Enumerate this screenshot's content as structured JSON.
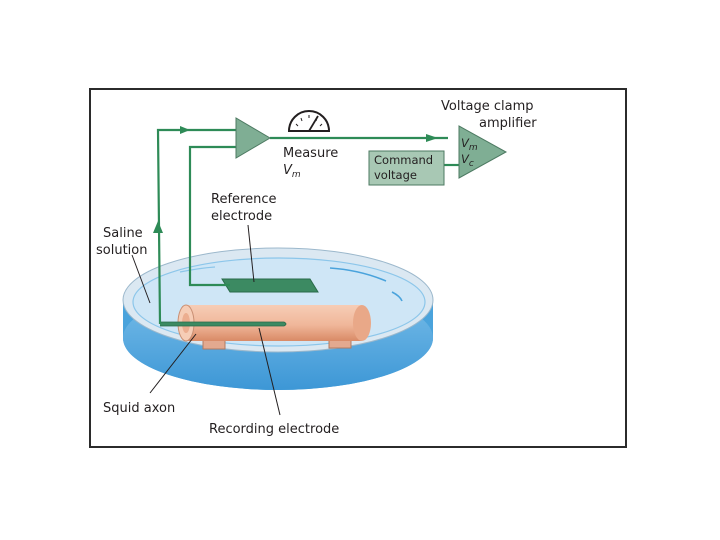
{
  "diagram": {
    "labels": {
      "amplifier_line1": "Voltage clamp",
      "amplifier_line2": "amplifier",
      "amp_input_vm_main": "V",
      "amp_input_vm_sub": "m",
      "amp_input_vc_main": "V",
      "amp_input_vc_sub": "c",
      "command_line1": "Command",
      "command_line2": "voltage",
      "measure": "Measure",
      "measure_vm_main": "V",
      "measure_vm_sub": "m",
      "reference_line1": "Reference",
      "reference_line2": "electrode",
      "saline_line1": "Saline",
      "saline_line2": "solution",
      "squid_axon": "Squid axon",
      "recording_electrode": "Recording electrode"
    },
    "colors": {
      "wire": "#2e8b57",
      "amp_fill": "#7fae94",
      "command_fill": "#a8c8b4",
      "ref_electrode": "#3c8a62",
      "dish_rim": "#dbe8f2",
      "dish_water": "#4aa3dc",
      "dish_water_light": "#8cc6ea",
      "axon": "#f0b79a",
      "axon_shadow": "#d98a66",
      "support": "#e3a98f",
      "frame": "#2b2b2b",
      "gauge_face": "#ffffff"
    },
    "icons": [
      "meter-gauge-icon",
      "arrowhead-icon"
    ]
  }
}
